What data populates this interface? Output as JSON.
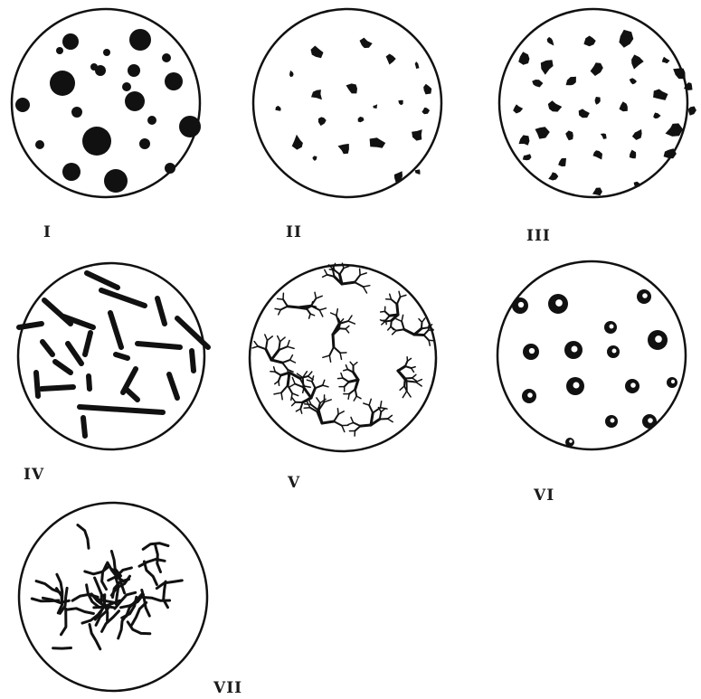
{
  "figure": {
    "panels": [
      {
        "id": "panel-1",
        "label": "I",
        "pattern": "round-blobs"
      },
      {
        "id": "panel-2",
        "label": "II",
        "pattern": "small-irregular-specks"
      },
      {
        "id": "panel-3",
        "label": "III",
        "pattern": "dense-star-flecks"
      },
      {
        "id": "panel-4",
        "label": "IV",
        "pattern": "rods"
      },
      {
        "id": "panel-5",
        "label": "V",
        "pattern": "branched-dendrites"
      },
      {
        "id": "panel-6",
        "label": "VI",
        "pattern": "rosettes"
      },
      {
        "id": "panel-7",
        "label": "VII",
        "pattern": "dense-threads"
      }
    ],
    "colors": {
      "ink": "#111111",
      "background": "#ffffff",
      "label": "#1a1a1a"
    }
  }
}
